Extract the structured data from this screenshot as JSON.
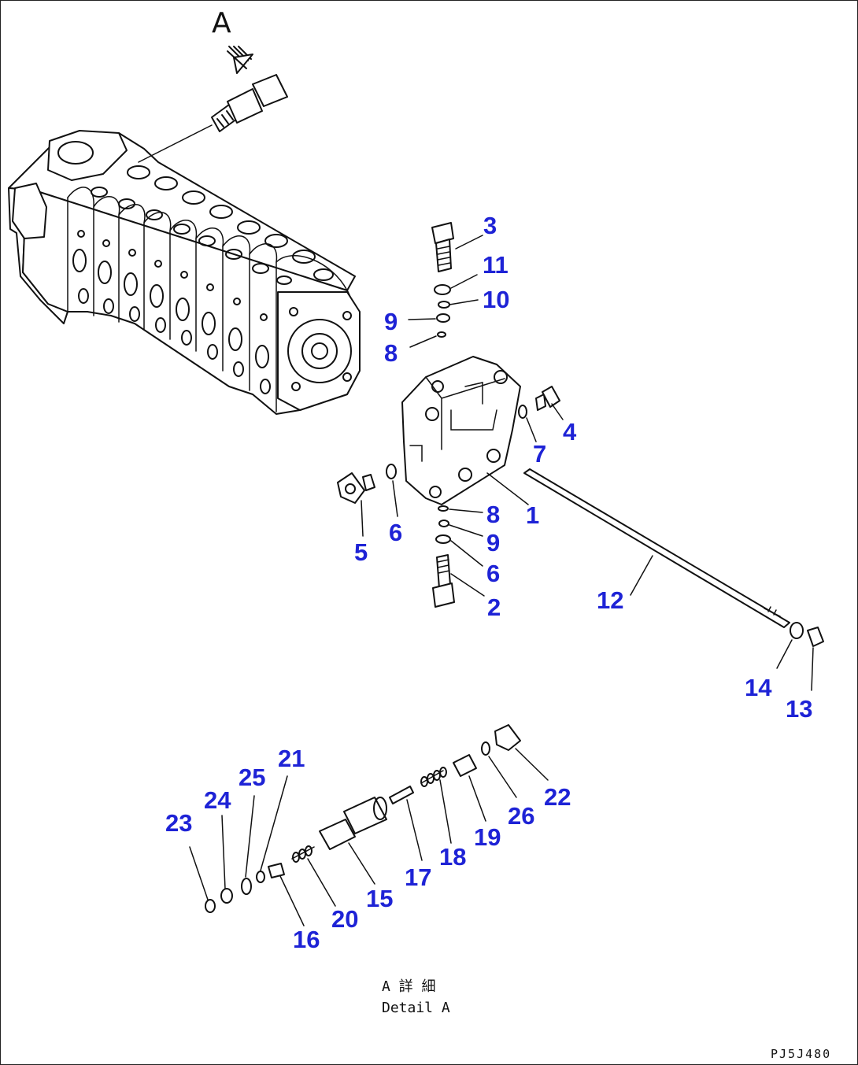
{
  "view_letter": "A",
  "detail_caption_jp": "A 詳 細",
  "detail_caption_en": "Detail A",
  "drawing_code": "PJ5J480",
  "callouts": [
    "3",
    "11",
    "10",
    "9",
    "8",
    "4",
    "7",
    "1",
    "6",
    "5",
    "8",
    "9",
    "6",
    "2",
    "12",
    "14",
    "13",
    "21",
    "25",
    "24",
    "23",
    "22",
    "26",
    "19",
    "18",
    "17",
    "15",
    "20",
    "16"
  ],
  "colors": {
    "callout": "#1e23d6",
    "line": "#111111"
  }
}
